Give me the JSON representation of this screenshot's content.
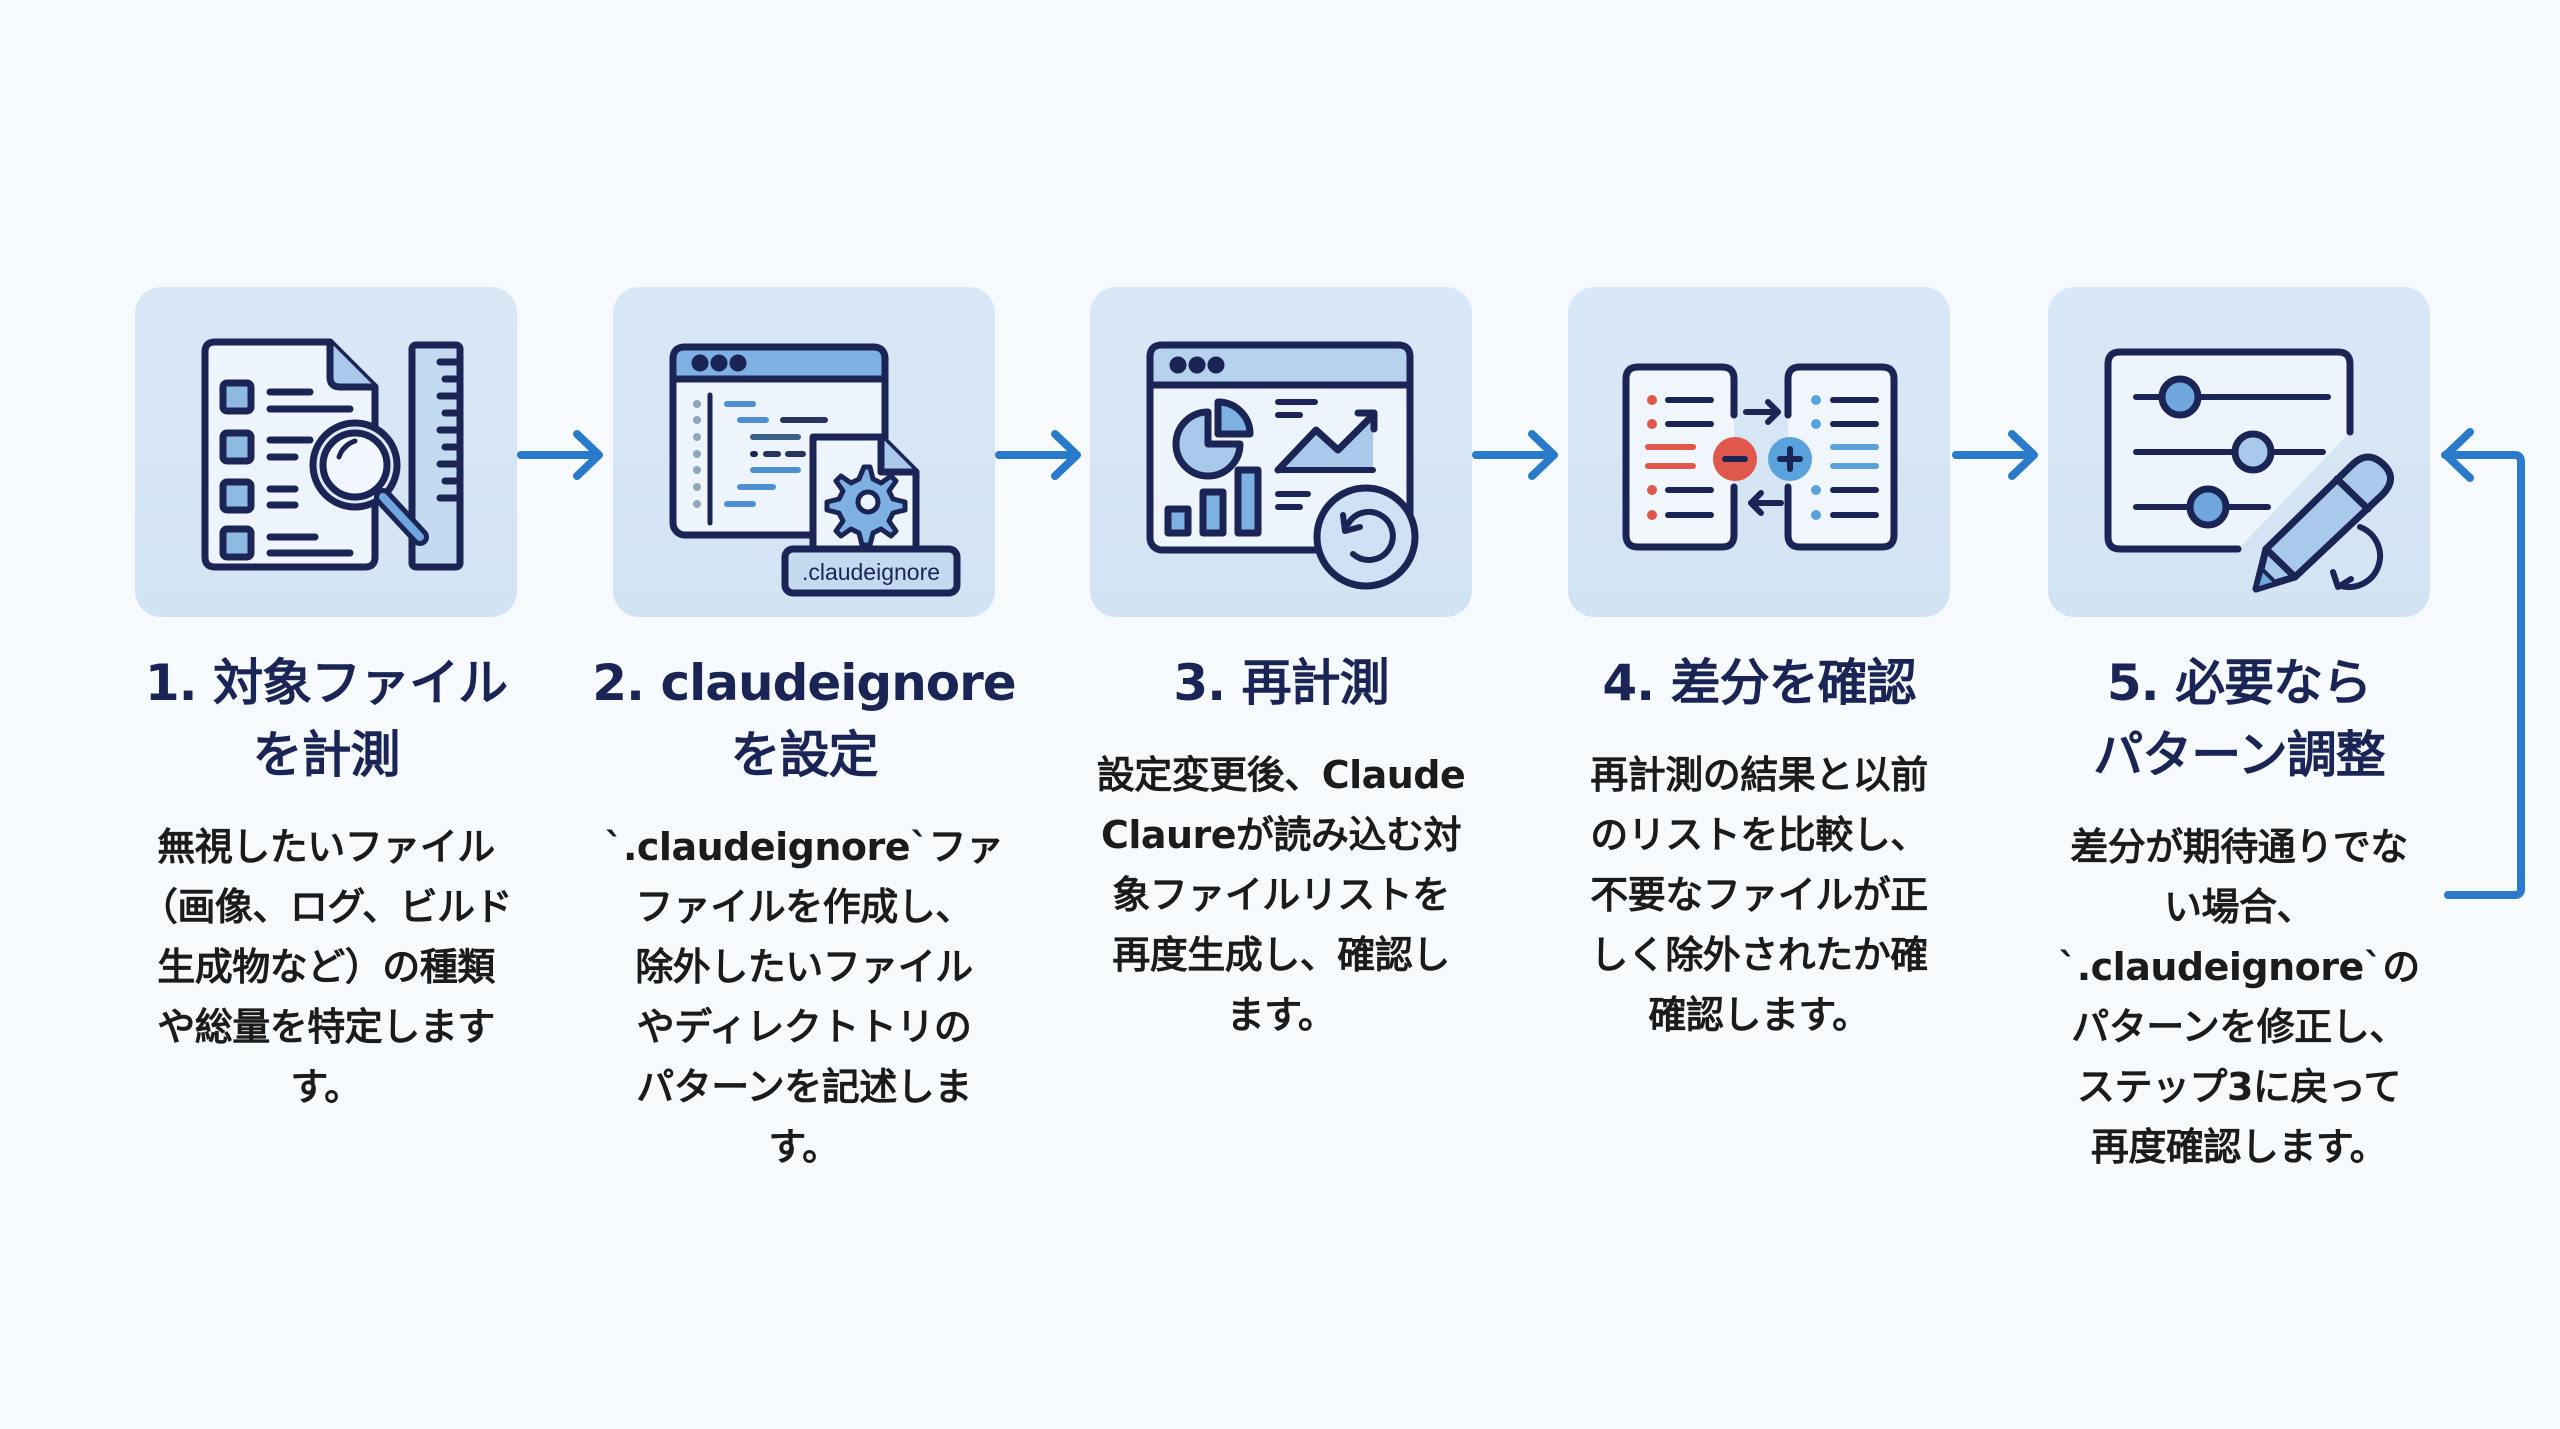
{
  "diagram": {
    "type": "process-flow",
    "accent_color": "#2a7acb",
    "icon_stroke_color": "#1a2556",
    "card_color": "#d6e6f5",
    "minus_color": "#e0574b",
    "plus_color": "#5aa2dc",
    "loop_back_to_step": 3
  },
  "steps": [
    {
      "number": "1",
      "title": "1. 対象ファイル\nを計測",
      "description": "無視したいファイル\n（画像、ログ、ビルド\n生成物など）の種類\nや総量を特定します\nす。",
      "icon": "document-magnifier-ruler-icon"
    },
    {
      "number": "2",
      "title": "2. claudeignore\nを設定",
      "description": "`.claudeignore`ファ\nファイルを作成し、\n除外したいファイル\nやディレクトトリの\nパターンを記述しま\nす。",
      "icon": "code-window-gear-file-icon",
      "icon_label": ".claudeignore"
    },
    {
      "number": "3",
      "title": "3. 再計測",
      "description": "設定変更後、Claude\nClaureが読み込む対\n象ファイルリストを\n再度生成し、確認し\nます。",
      "icon": "dashboard-refresh-icon"
    },
    {
      "number": "4",
      "title": "4. 差分を確認",
      "description": "再計測の結果と以前\nのリストを比較し、\n不要なファイルが正\nしく除外されたか確\n確認します。",
      "icon": "compare-lists-diff-icon"
    },
    {
      "number": "5",
      "title": "5. 必要なら\nパターン調整",
      "description": "差分が期待通りでな\nい場合、\n`.claudeignore`の\nパターンを修正し、\nステップ3に戻って\n再度確認します。",
      "icon": "sliders-pencil-icon"
    }
  ],
  "connectors": [
    {
      "from": 1,
      "to": 2,
      "icon": "arrow-right-icon"
    },
    {
      "from": 2,
      "to": 3,
      "icon": "arrow-right-icon"
    },
    {
      "from": 3,
      "to": 4,
      "icon": "arrow-right-icon"
    },
    {
      "from": 4,
      "to": 5,
      "icon": "arrow-right-icon"
    },
    {
      "from": 5,
      "to": 5,
      "icon": "loop-back-arrow-icon"
    }
  ]
}
